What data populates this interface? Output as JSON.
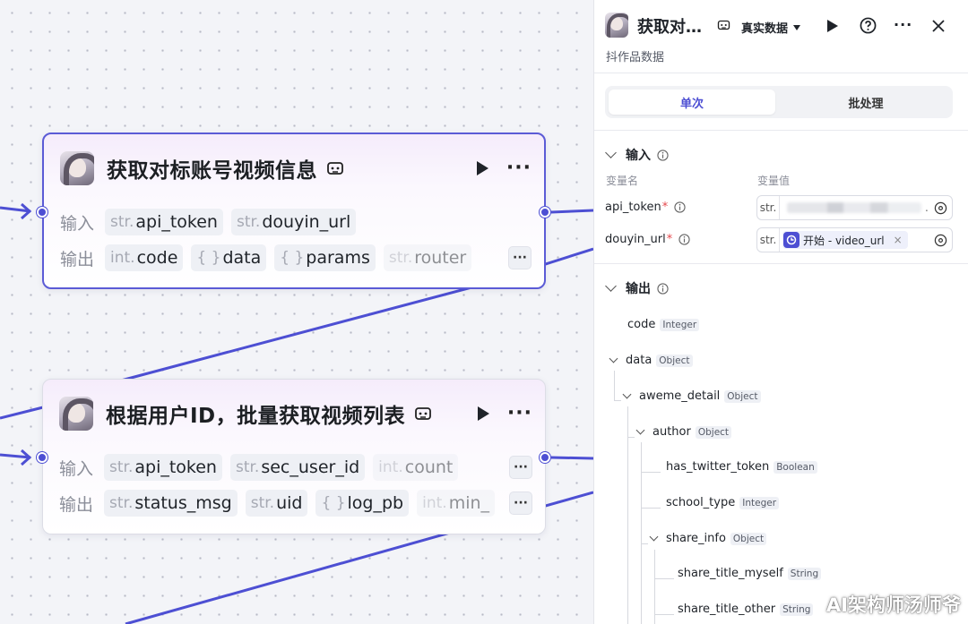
{
  "colors": {
    "accent": "#4d4fd3",
    "edge": "#4d4fd3",
    "required": "#e5484d"
  },
  "nodes": [
    {
      "title": "获取对标账号视频信息",
      "input_label": "输入",
      "output_label": "输出",
      "inputs": [
        {
          "type": "str.",
          "name": "api_token"
        },
        {
          "type": "str.",
          "name": "douyin_url"
        }
      ],
      "outputs": [
        {
          "type": "int.",
          "name": "code"
        },
        {
          "type": "{ }",
          "name": "data"
        },
        {
          "type": "{ }",
          "name": "params"
        },
        {
          "type": "str.",
          "name": "router"
        }
      ],
      "more": "···"
    },
    {
      "title": "根据用户ID，批量获取视频列表",
      "input_label": "输入",
      "output_label": "输出",
      "inputs": [
        {
          "type": "str.",
          "name": "api_token"
        },
        {
          "type": "str.",
          "name": "sec_user_id"
        },
        {
          "type": "int.",
          "name": "count"
        }
      ],
      "outputs": [
        {
          "type": "str.",
          "name": "status_msg"
        },
        {
          "type": "str.",
          "name": "uid"
        },
        {
          "type": "{ }",
          "name": "log_pb"
        },
        {
          "type": "int.",
          "name": "min_"
        }
      ],
      "more": "···"
    }
  ],
  "panel": {
    "title": "获取对…",
    "subtitle": "抖作品数据",
    "data_mode": "真实数据",
    "tabs": [
      "单次",
      "批处理"
    ],
    "input_section": "输入",
    "col_name": "变量名",
    "col_value": "变量值",
    "variables": [
      {
        "name": "api_token",
        "type": "str.",
        "value_suffix": "."
      },
      {
        "name": "douyin_url",
        "type": "str.",
        "ref": "开始 - video_url"
      }
    ],
    "output_section": "输出",
    "tree": [
      {
        "name": "code",
        "type": "Integer"
      },
      {
        "name": "data",
        "type": "Object"
      },
      {
        "name": "aweme_detail",
        "type": "Object"
      },
      {
        "name": "author",
        "type": "Object"
      },
      {
        "name": "has_twitter_token",
        "type": "Boolean"
      },
      {
        "name": "school_type",
        "type": "Integer"
      },
      {
        "name": "share_info",
        "type": "Object"
      },
      {
        "name": "share_title_myself",
        "type": "String"
      },
      {
        "name": "share_title_other",
        "type": "String"
      }
    ]
  },
  "watermark": "AI架构师汤师爷"
}
